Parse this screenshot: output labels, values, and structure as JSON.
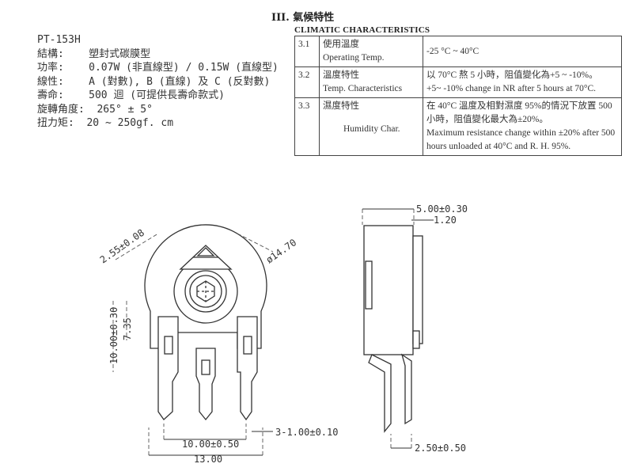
{
  "specs": {
    "model": "PT-153H",
    "rows": [
      {
        "label": "結構:",
        "value": "塑封式碳膜型"
      },
      {
        "label": "功率:",
        "value": "0.07W (非直線型) / 0.15W (直線型)"
      },
      {
        "label": "線性:",
        "value": "A (對數), B (直線) 及 C (反對數)"
      },
      {
        "label": "壽命:",
        "value": "500 迴 (可提供長壽命款式)"
      },
      {
        "label": "旋轉角度:",
        "value": "265° ± 5°"
      },
      {
        "label": "扭力矩:",
        "value": "20 ~ 250gf. cm"
      }
    ]
  },
  "climatic": {
    "title": "III. 氣候特性",
    "subtitle": "CLIMATIC CHARACTERISTICS",
    "rows": [
      {
        "no": "3.1",
        "name_zh": "使用溫度",
        "name_en": "Operating Temp.",
        "value_zh": "",
        "value_en": "-25 °C ~ 40°C"
      },
      {
        "no": "3.2",
        "name_zh": "溫度特性",
        "name_en": "Temp. Characteristics",
        "value_zh": "以 70°C 熬 5 小時，阻值變化為+5 ~ -10%。",
        "value_en": "+5~ -10% change in NR after 5 hours at 70°C."
      },
      {
        "no": "3.3",
        "name_zh": "濕度特性",
        "name_en": "Humidity Char.",
        "value_zh": "在 40°C 溫度及相對濕度 95%的情況下放置 500 小時，阻值變化最大為±20%。",
        "value_en": "Maximum resistance change within ±20% after 500 hours unloaded at 40°C and R. H. 95%."
      }
    ]
  },
  "drawing": {
    "dims": {
      "d1": "2.55±0.08",
      "d2": "ø14.70",
      "d3": "10.00±0.30",
      "d4": "7.35",
      "d5": "10.00±0.50",
      "d6": "13.00",
      "d7": "3-1.00±0.10",
      "d8": "5.00±0.30",
      "d9": "1.20",
      "d10": "2.50±0.50"
    }
  }
}
